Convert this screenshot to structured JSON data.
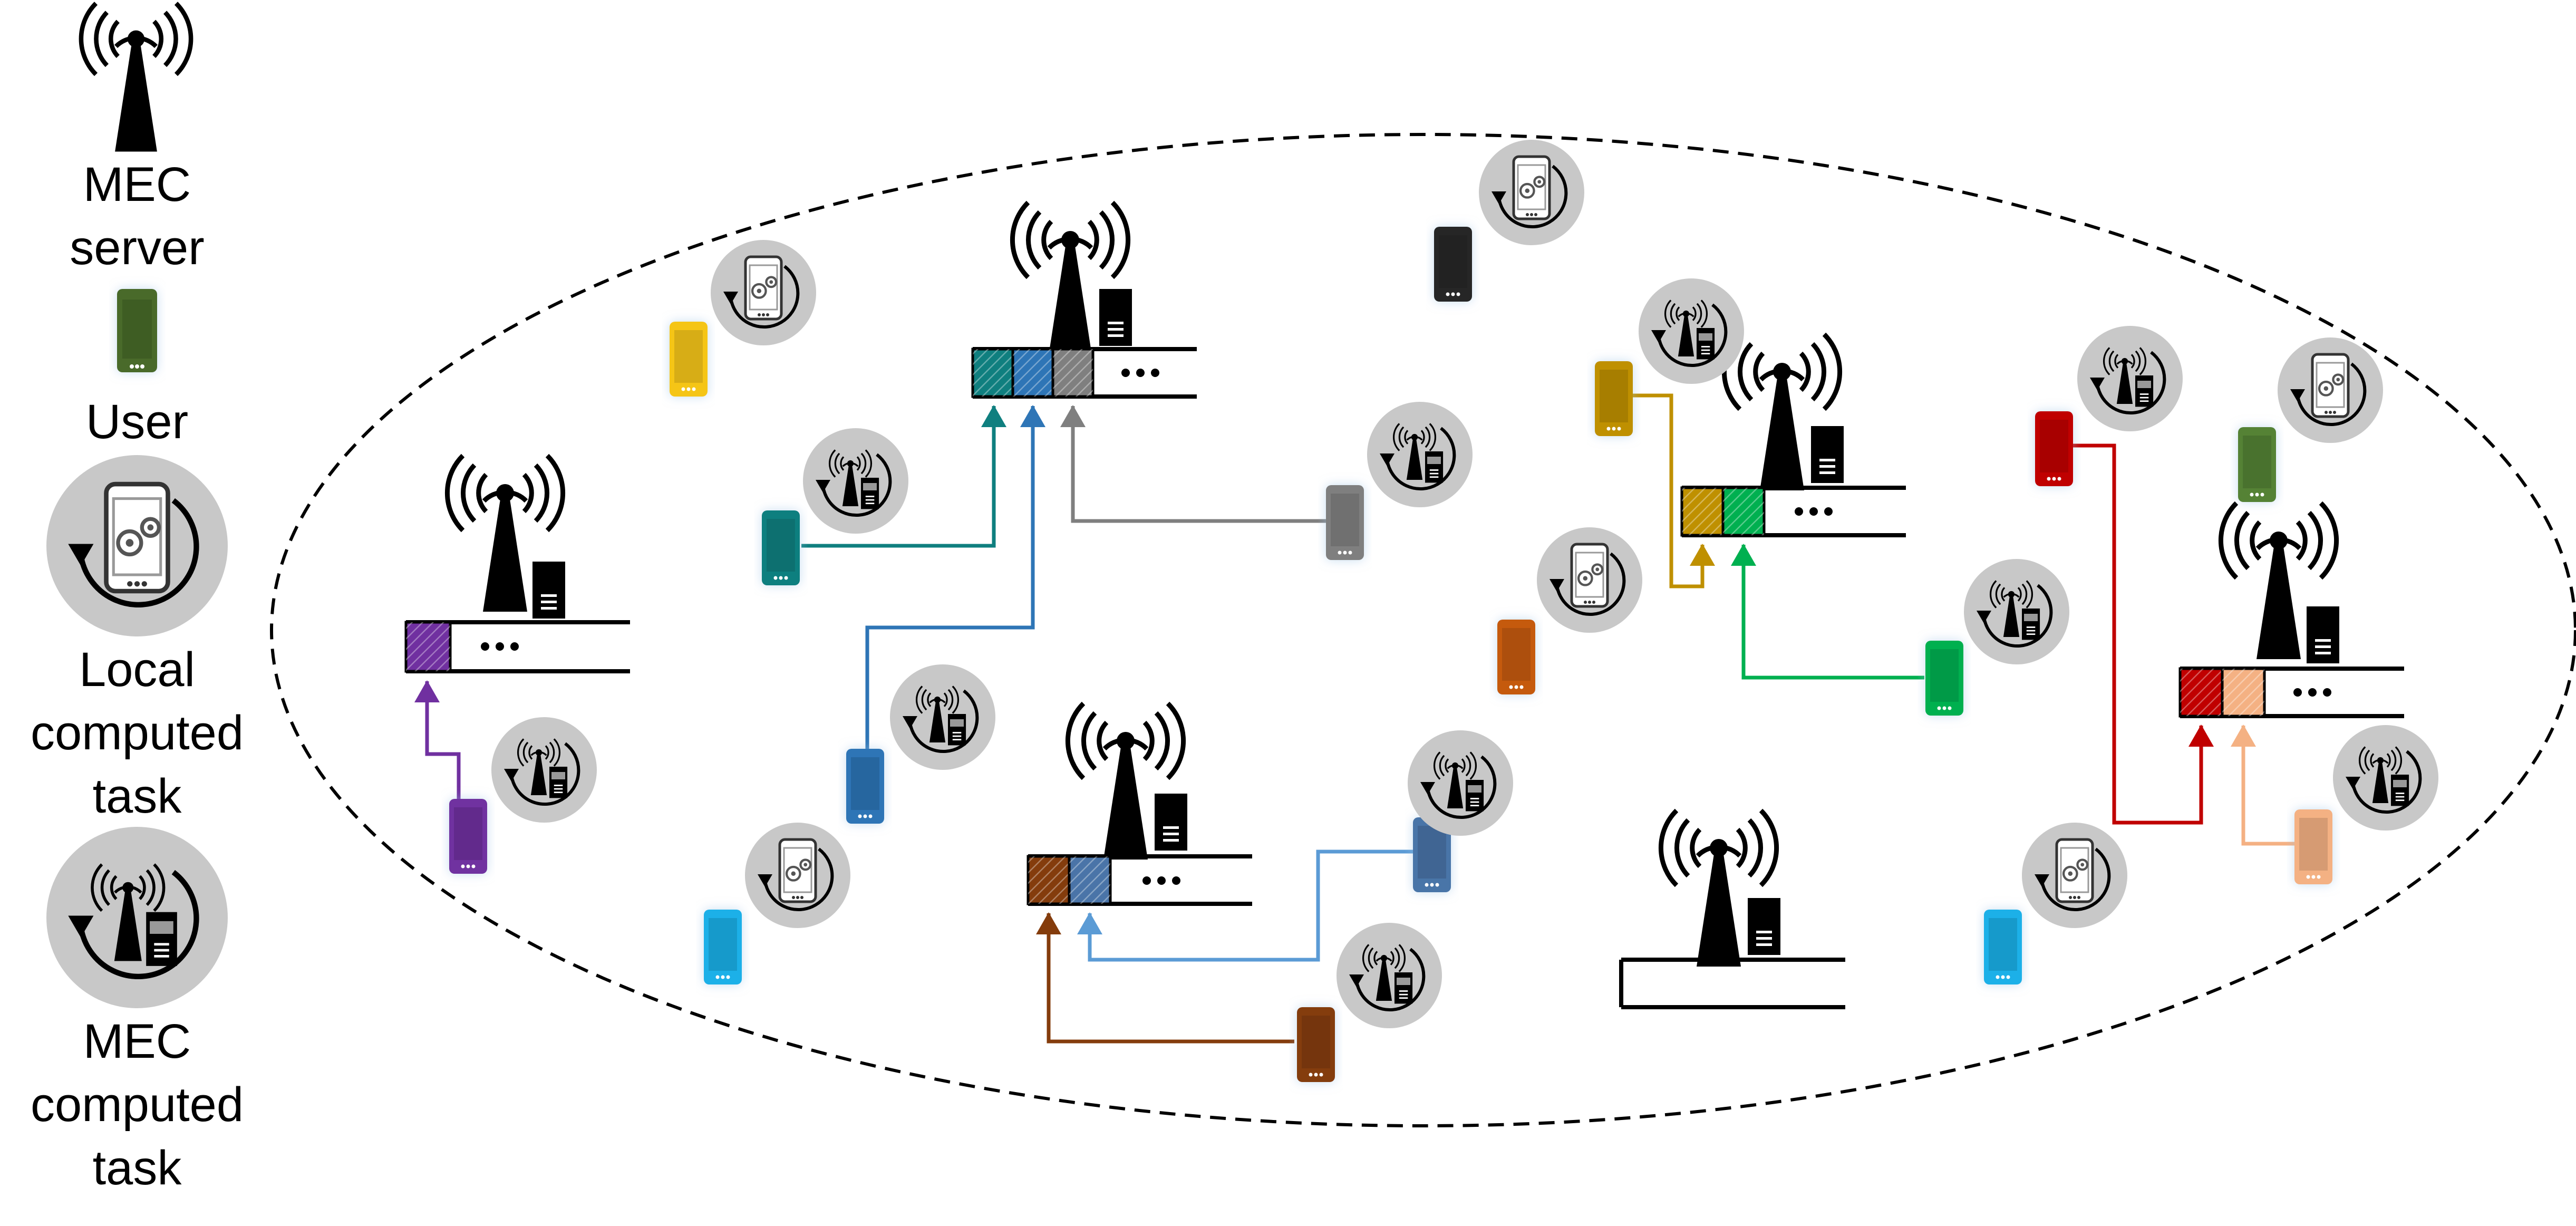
{
  "legend": {
    "mec_server_label": "MEC\nserver",
    "user_label": "User",
    "local_task_label": "Local\ncomputed\ntask",
    "mec_task_label": "MEC\ncomputed\ntask"
  },
  "colors": {
    "user_legend": "#4a6a2c",
    "purple": "#7030a0",
    "teal": "#0f7f7f",
    "blue": "#2e75b6",
    "gray": "#7f7f7f",
    "yellow": "#f5c518",
    "cyan": "#1cb0e8",
    "brown": "#843c0c",
    "steel": "#4a74a8",
    "lightblue": "#5b9bd5",
    "black": "#262626",
    "gold": "#bf9000",
    "orange": "#c55a11",
    "green": "#00b050",
    "red": "#c00000",
    "peach": "#f4b183",
    "olive": "#548235",
    "circle": "#c8c8c8"
  }
}
